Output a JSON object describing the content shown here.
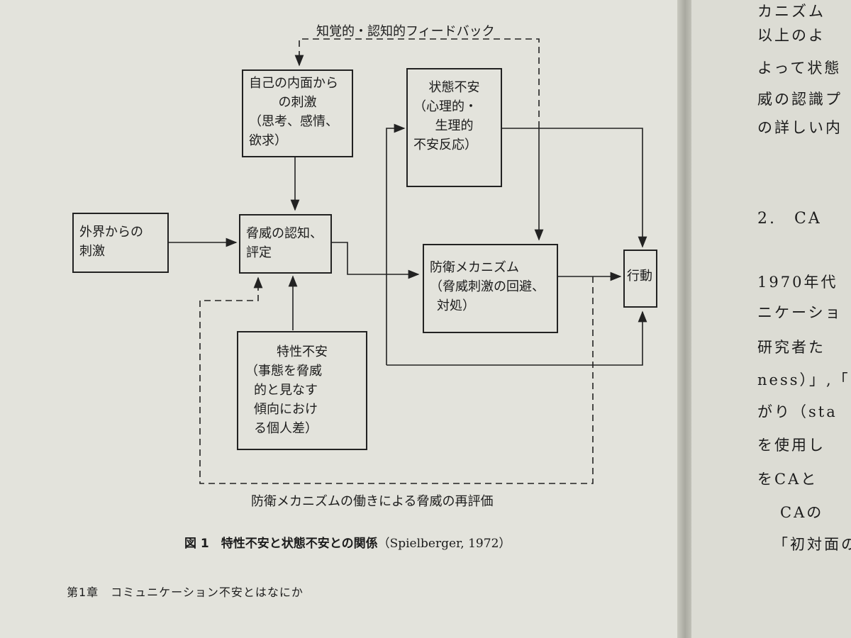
{
  "diagram": {
    "feedback_label": "知覚的・認知的フィードバック",
    "reappraisal_label": "防衛メカニズムの働きによる脅威の再評価",
    "boxes": {
      "internal_stimulus": [
        "自己の内面から",
        "の刺激",
        "（思考、感情、",
        "欲求）"
      ],
      "state_anxiety": [
        "状態不安",
        "（心理的・",
        "生理的",
        "不安反応）"
      ],
      "external_stimulus": [
        "外界からの",
        "刺激"
      ],
      "threat_appraisal": [
        "脅威の認知、",
        "評定"
      ],
      "defense_mechanism": [
        "防衛メカニズム",
        "（脅威刺激の回避、",
        "対処）"
      ],
      "behavior": [
        "行動"
      ],
      "trait_anxiety": [
        "特性不安",
        "（事態を脅威",
        "的と見なす",
        "傾向におけ",
        "る個人差）"
      ]
    }
  },
  "caption": {
    "figure": "図 1　特性不安と状態不安との関係",
    "citation": "（Spielberger, 1972）"
  },
  "footer": "第1章　コミュニケーション不安とはなにか",
  "right_page": {
    "lines": [
      "カニズム",
      "以上のよ",
      "よって状態",
      "威の認識プ",
      "の詳しい内",
      "2.　CA",
      "1970年代",
      "ニケーショ",
      "研究者た",
      "ness）」,「",
      "がり（sta",
      "を使用し",
      "をCAと",
      "CAの",
      "「初対面の"
    ]
  }
}
